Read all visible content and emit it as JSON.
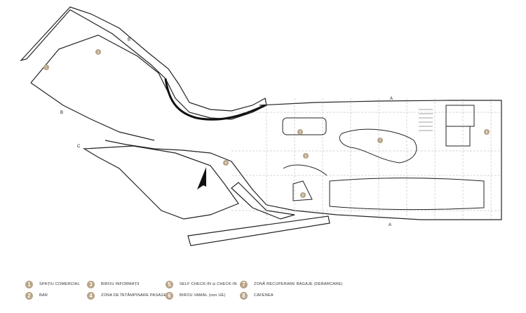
{
  "legend": {
    "items": [
      {
        "number": "1",
        "label": "SPAȚIU COMERCIAL"
      },
      {
        "number": "2",
        "label": "BAR"
      },
      {
        "number": "3",
        "label": "BIROU INFORMAȚII"
      },
      {
        "number": "4",
        "label": "ZONA DE ÎNTÂMPINARE PASAGERI"
      },
      {
        "number": "5",
        "label": "SELF CHECK-IN și CHECK-IN"
      },
      {
        "number": "6",
        "label": "BIROU VAMAL (non UE)"
      },
      {
        "number": "7",
        "label": "ZONĂ RECUPERARE BAGAJE (DEBARCARE)"
      },
      {
        "number": "8",
        "label": "CAFENEA"
      }
    ],
    "badge_color": "#b8a487"
  },
  "plan": {
    "section_marks": [
      "B",
      "B",
      "A",
      "A",
      "C"
    ],
    "zone_markers": [
      "1",
      "2",
      "3",
      "4",
      "5",
      "6",
      "7",
      "8"
    ],
    "north_arrow": "north-arrow-icon"
  }
}
